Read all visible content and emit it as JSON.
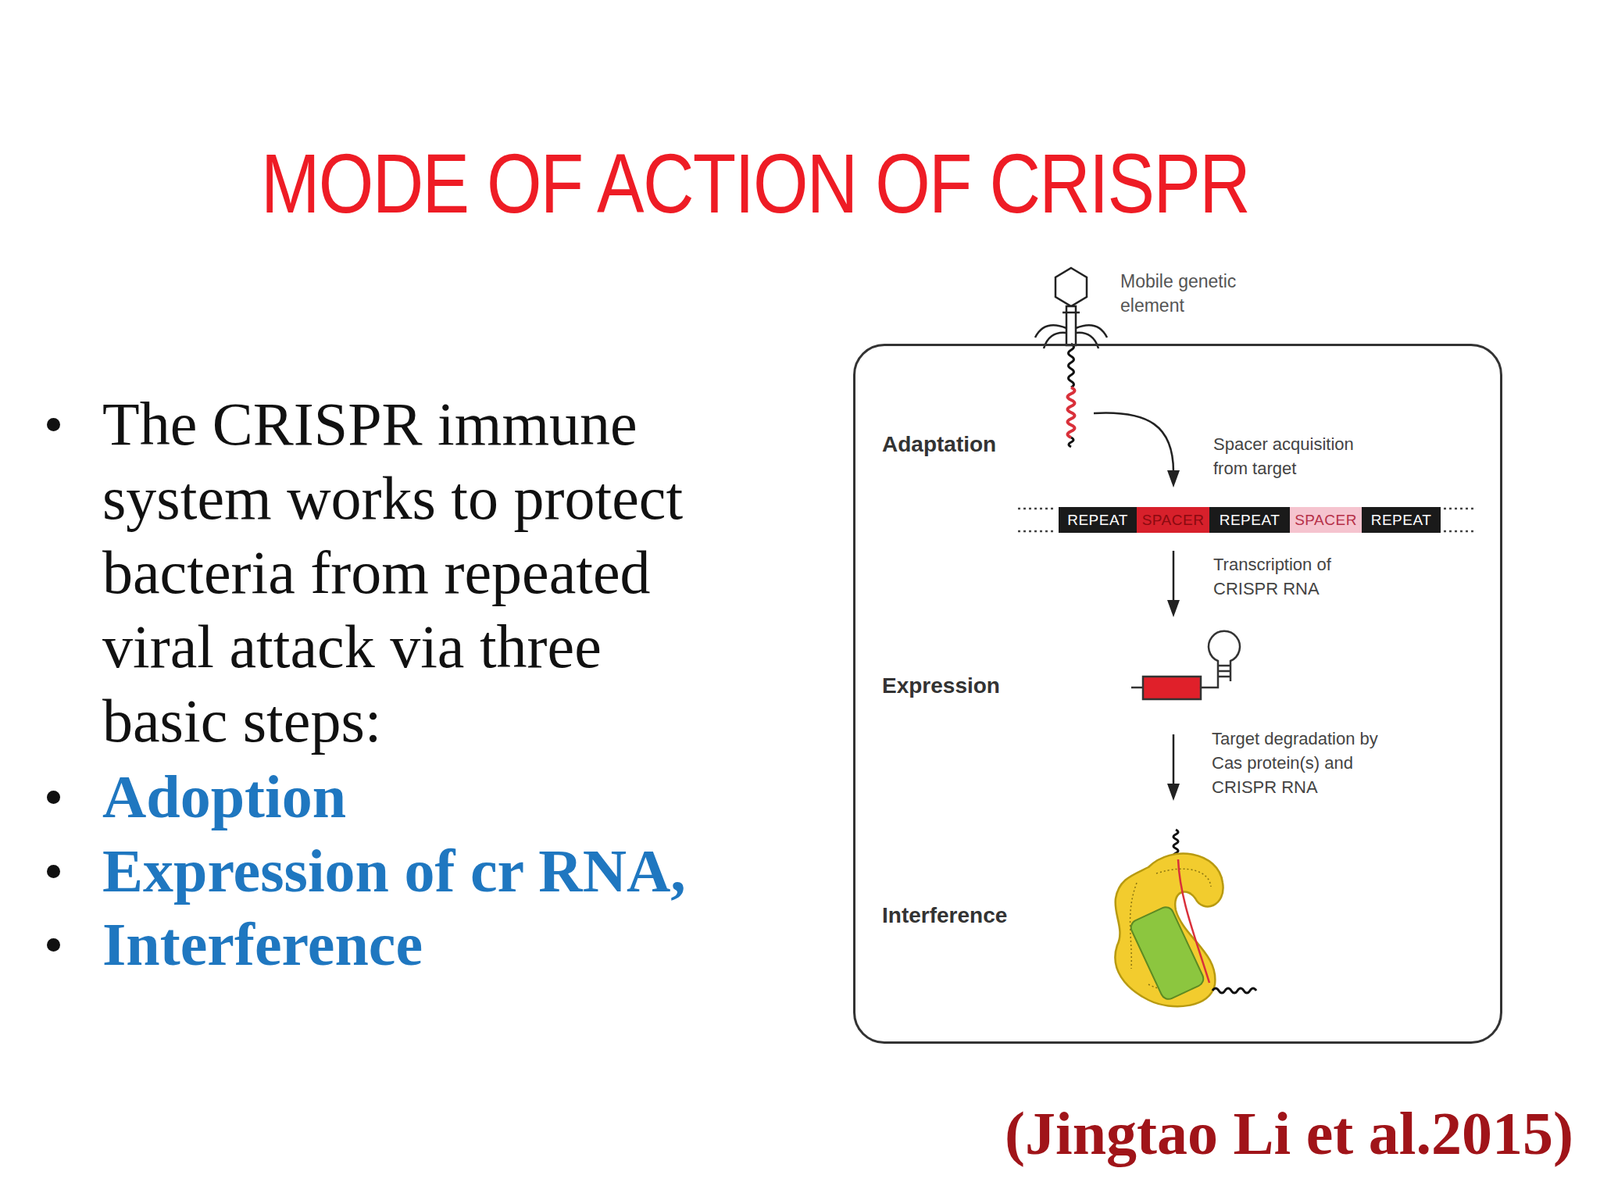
{
  "diagram": {
    "title": "MODE OF ACTION OF CRISPR",
    "nodes": [
      {
        "text": [
          "Adaptation",
          "Spacer acquisition from target",
          "Transcription of CRISPR RNA",
          "Expression",
          "Target degradation by Cas protein(s) and CRISPR RNA",
          "Interference"
        ]
      },
      {
        "text": [
          "REPEAT"
        ],
        "in": 0
      },
      {
        "text": [
          "SPACER"
        ],
        "in": 0
      },
      {
        "text": [
          "REPEAT"
        ],
        "in": 0
      },
      {
        "text": [
          "SPACER"
        ],
        "in": 0
      },
      {
        "text": [
          "REPEAT"
        ],
        "in": 0
      }
    ],
    "labels": [
      "The CRISPR immune system works to protect bacteria from repeated viral attack via three basic steps:",
      "Adoption",
      "Expression of cr RNA,",
      "Interference",
      "Mobile genetic element",
      "(Jingtao Li et al.2015)"
    ]
  }
}
